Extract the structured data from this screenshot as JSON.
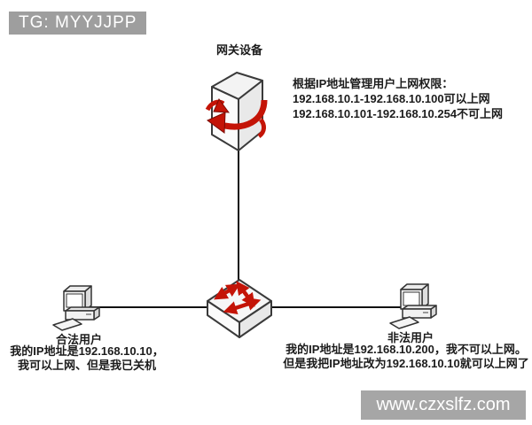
{
  "banner": {
    "text": "TG: MYYJJPP"
  },
  "watermark": {
    "text": "www.czxslfz.com"
  },
  "gateway": {
    "label": "网关设备"
  },
  "policy_note": {
    "line1": "根据IP地址管理用户上网权限：",
    "line2": "192.168.10.1-192.168.10.100可以上网",
    "line3": "192.168.10.101-192.168.10.254不可上网"
  },
  "legal_user": {
    "label": "合法用户",
    "line1": "我的IP地址是192.168.10.10，",
    "line2": "我可以上网、但是我已关机"
  },
  "illegal_user": {
    "label": "非法用户",
    "line1": "我的IP地址是192.168.10.200，我不可以上网。",
    "line2": "但是我把IP地址改为192.168.10.10就可以上网了"
  },
  "icons": {
    "gateway": "tower-box-with-red-swirl-arrow",
    "switch": "flat-box-with-red-double-arrows",
    "computer": "desktop-pc-with-keyboard"
  },
  "colors": {
    "banner_bg": "#9e9e9e",
    "watermark_bg": "#a6a6a6",
    "arrow_red": "#c41407",
    "outline": "#3a3a3a",
    "line": "#111111",
    "text": "#1c1c1c"
  }
}
